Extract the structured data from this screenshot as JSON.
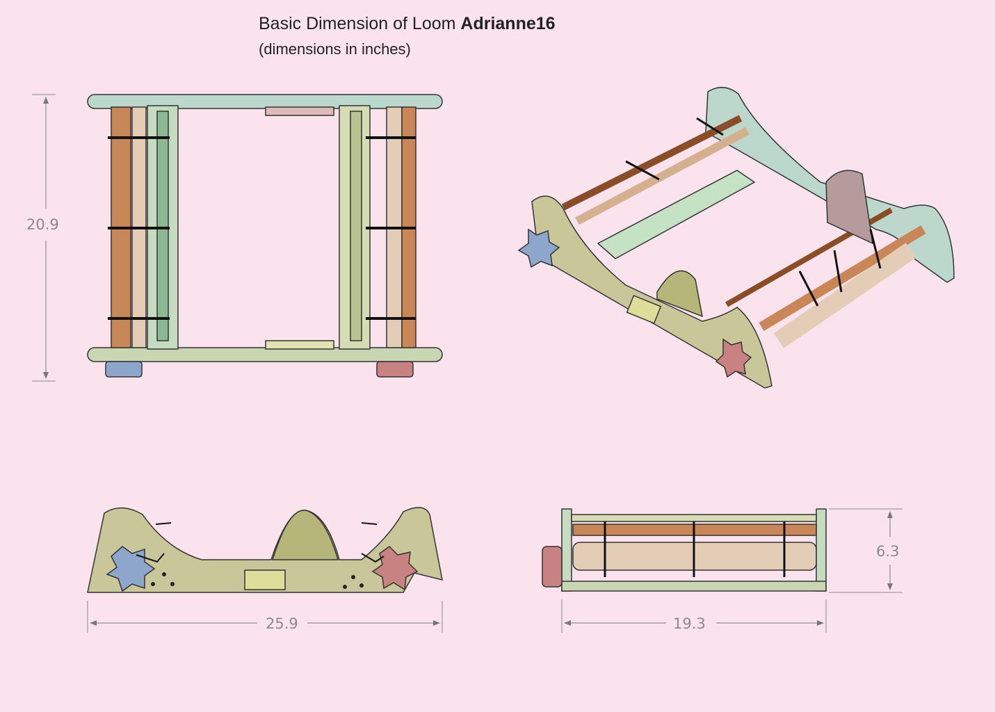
{
  "header": {
    "title_prefix": "Basic Dimension of Loom ",
    "title_model": "Adrianne16",
    "subtitle": "(dimensions in inches)"
  },
  "dimensions": {
    "top_view_depth": "20.9",
    "side_view_width": "25.9",
    "front_view_width": "19.3",
    "front_view_height": "6.3"
  },
  "colors": {
    "background": "#fbe3ee",
    "frame_olive": "#c9c79a",
    "frame_teal": "#bcd8cc",
    "beam_brown": "#c98656",
    "beam_tan": "#e4cdb6",
    "knob_blue": "#8fa6cc",
    "knob_red": "#c98282",
    "outline": "#333333"
  }
}
